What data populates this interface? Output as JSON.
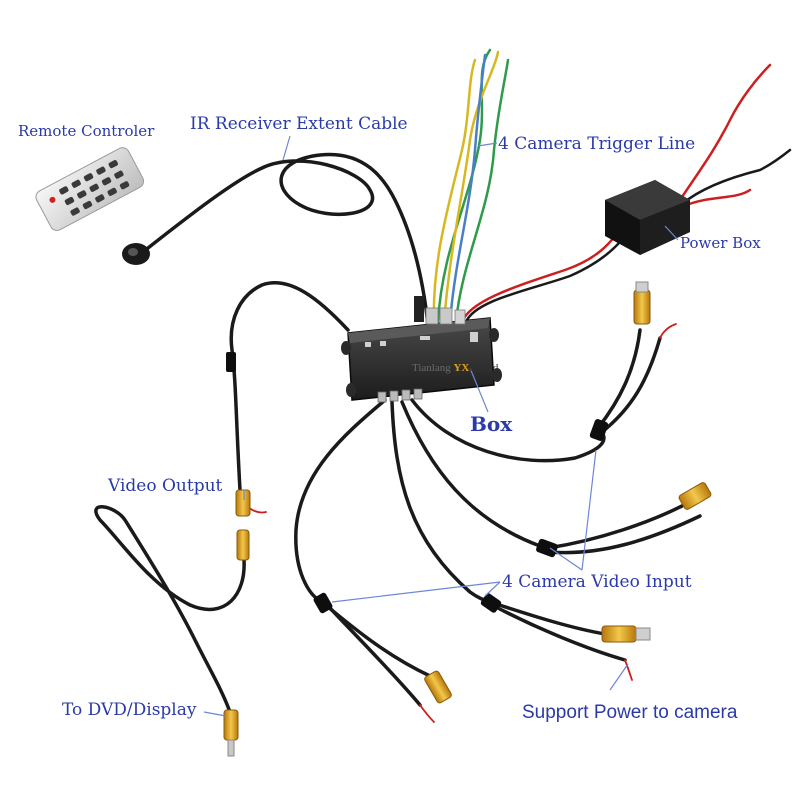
{
  "labels": {
    "remote": "Remote Controler",
    "ir_cable": "IR Receiver Extent Cable",
    "trigger": "4 Camera Trigger Line",
    "power_box": "Power Box",
    "box": "Box",
    "video_output": "Video Output",
    "video_input": "4 Camera Video Input",
    "dvd": "To DVD/Display",
    "support_power": "Support Power to camera"
  },
  "box_branding": {
    "company_prefix": "Tianlang",
    "company_mid": "YX",
    "company_suffix": "o., Ltd"
  },
  "colors": {
    "label_text": "#2a3aa8",
    "leader_line": "#6f86d6",
    "cable": "#1a1a1a",
    "rca_connector": "#e0a020",
    "wire_red": "#cc1f1f",
    "wire_green": "#2e9a4a",
    "wire_yellow": "#d8b820",
    "wire_blue": "#4a7fc8",
    "box_body": "#2b2b2b",
    "remote_body": "#e8e8e8"
  }
}
